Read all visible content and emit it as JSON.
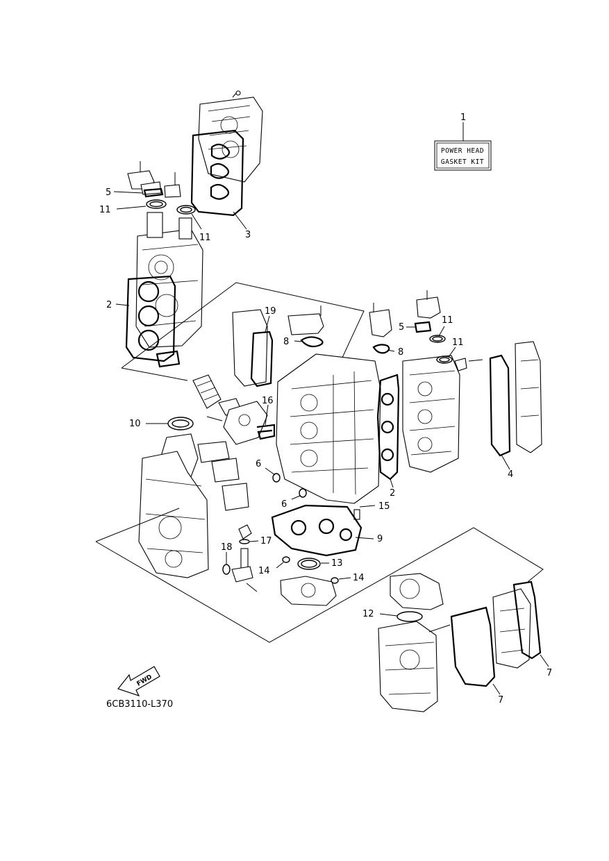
{
  "callouts": {
    "c1": "1",
    "c2a": "2",
    "c2b": "2",
    "c3": "3",
    "c4": "4",
    "c5a": "5",
    "c5b": "5",
    "c6a": "6",
    "c6b": "6",
    "c7a": "7",
    "c7b": "7",
    "c8a": "8",
    "c8b": "8",
    "c9": "9",
    "c10": "10",
    "c11a": "11",
    "c11b": "11",
    "c11c": "11",
    "c11d": "11",
    "c12": "12",
    "c13": "13",
    "c14a": "14",
    "c14b": "14",
    "c15": "15",
    "c16": "16",
    "c17": "17",
    "c18": "18",
    "c19": "19"
  },
  "kit_label": {
    "line1": "POWER HEAD",
    "line2": "GASKET KIT"
  },
  "fwd_arrow": {
    "label": "FWD"
  },
  "figure_code": "6CB3110-L370"
}
